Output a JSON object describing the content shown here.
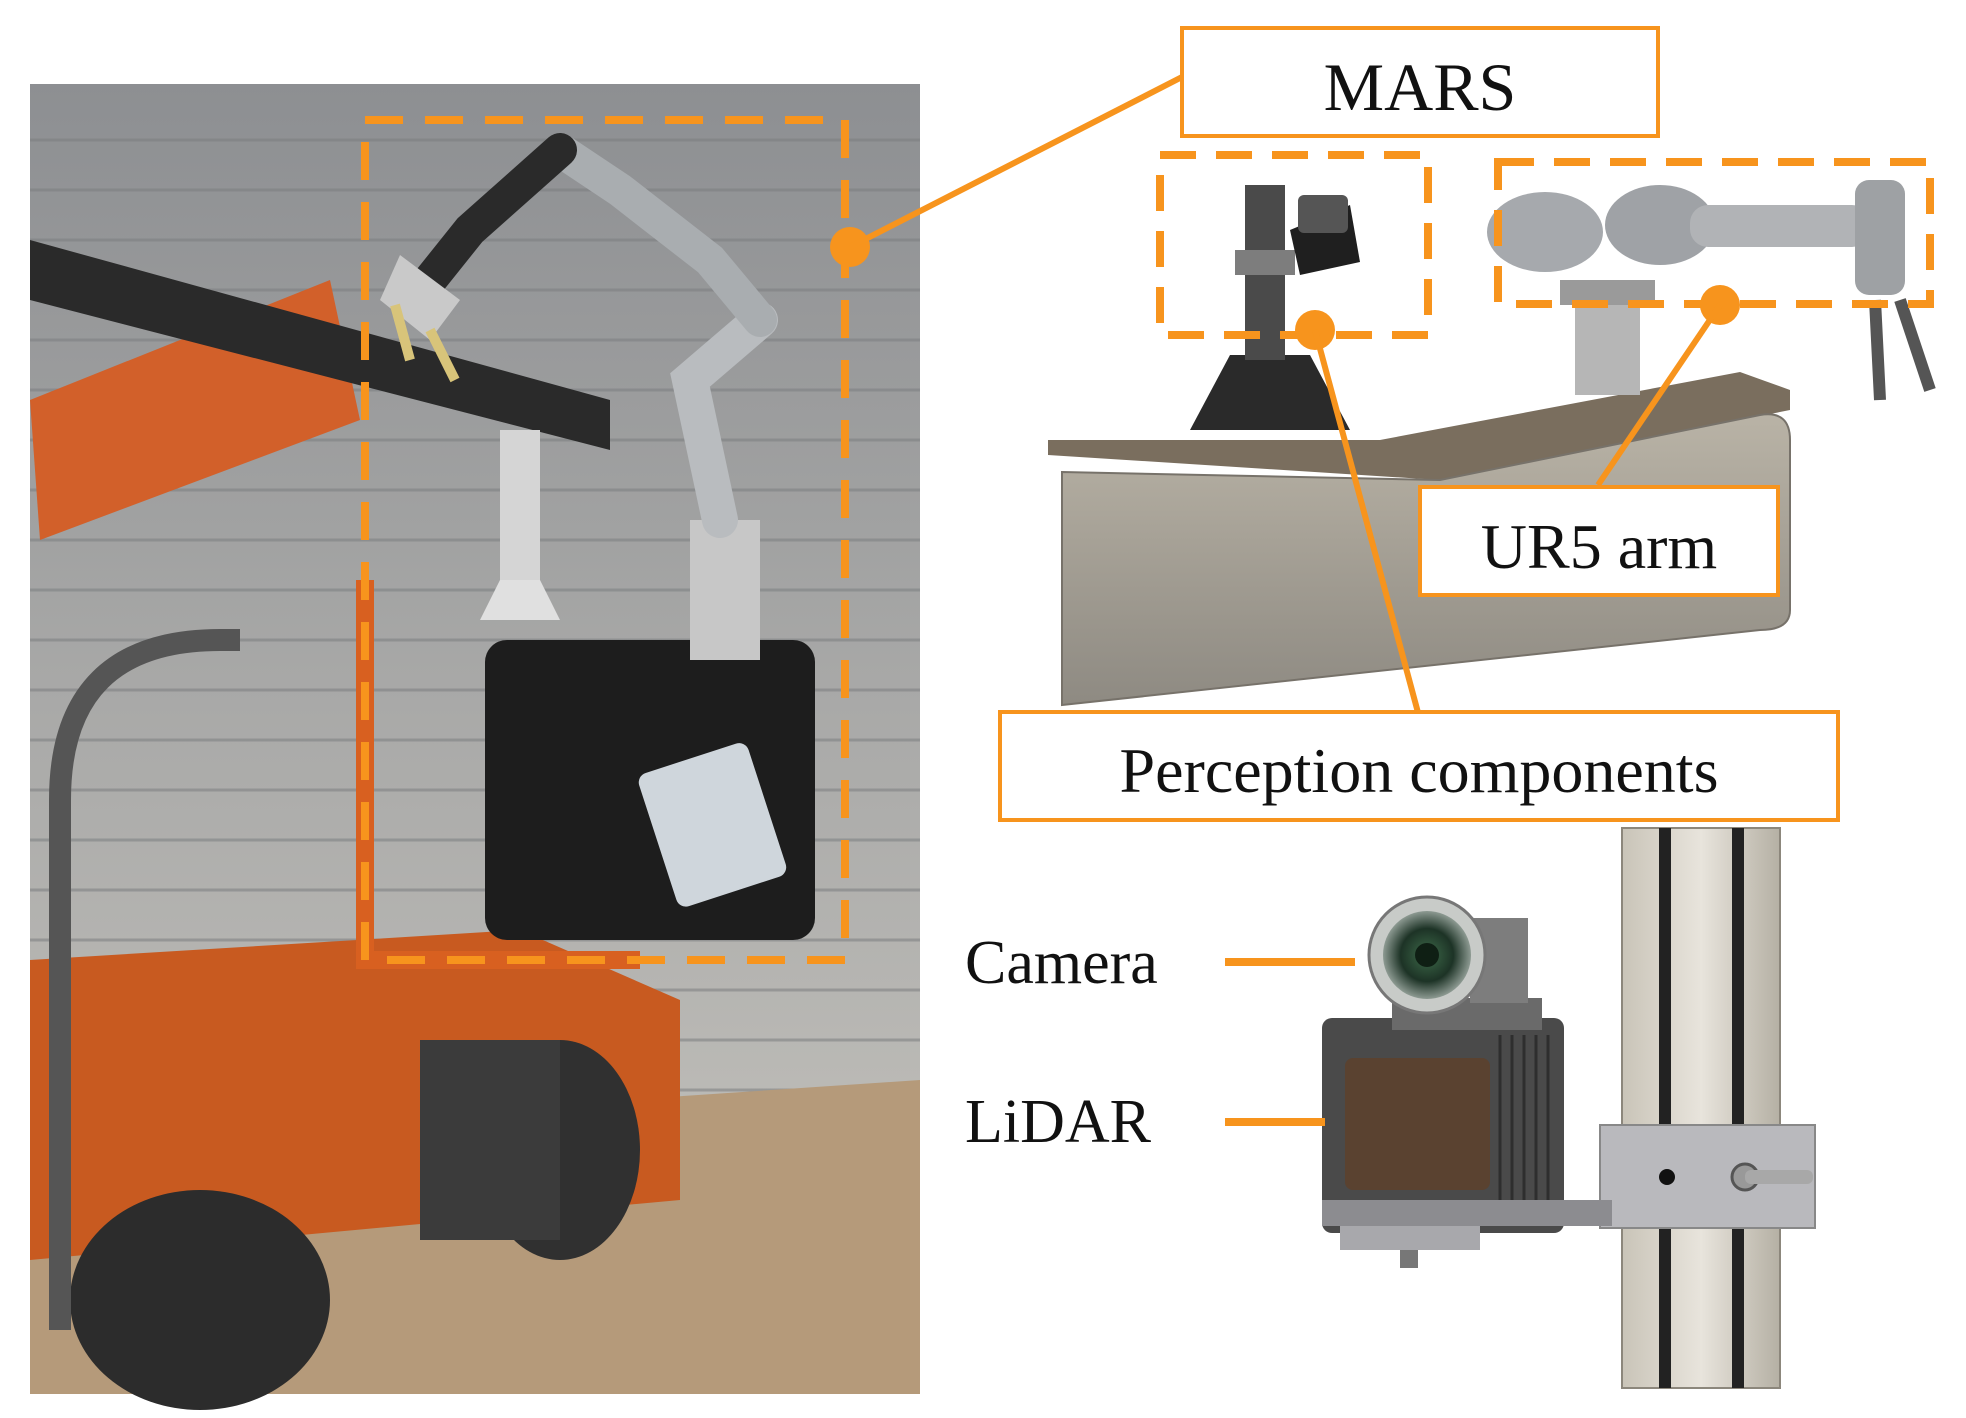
{
  "labels": {
    "mars": "MARS",
    "ur5_arm": "UR5 arm",
    "perception": "Perception components",
    "camera": "Camera",
    "lidar": "LiDAR"
  },
  "colors": {
    "accent": "#f7941d",
    "text": "#111111"
  }
}
